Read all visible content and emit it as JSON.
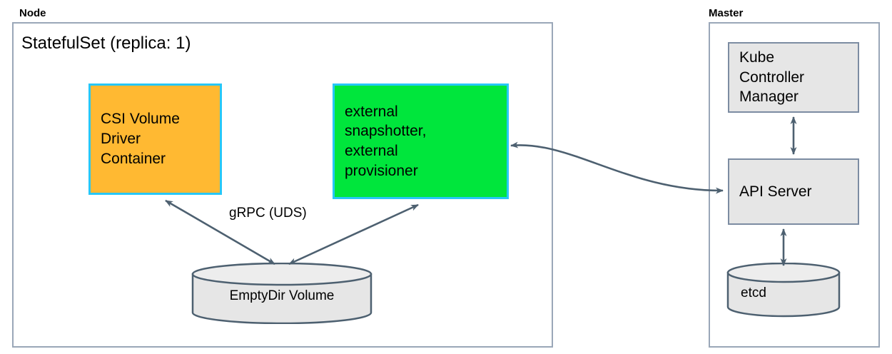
{
  "diagram": {
    "title_node": "Node",
    "title_master": "Master",
    "stateful_set_title": "StatefulSet (replica: 1)",
    "colors": {
      "orange_fill": "#FFB932",
      "green_fill": "#00E63C",
      "cyan_border": "#27C7F7",
      "gray_fill": "#E6E6E6",
      "gray_border": "#7C8CA2",
      "container_border": "#9AA7B8",
      "arrow": "#4D6070"
    },
    "node": {
      "csi_driver": "CSI Volume\nDriver\nContainer",
      "sidecars": "external\nsnapshotter,\nexternal\nprovisioner",
      "emptydir_volume": "EmptyDir Volume",
      "grpc_label": "gRPC (UDS)"
    },
    "master": {
      "kube_controller_manager": "Kube\nController\nManager",
      "api_server": "API Server",
      "etcd": "etcd"
    },
    "edges": [
      {
        "name": "emptydir-to-csi-driver",
        "from": "EmptyDir Volume",
        "to": "CSI Volume Driver Container",
        "label": "gRPC (UDS)",
        "direction": "both"
      },
      {
        "name": "emptydir-to-sidecars",
        "from": "EmptyDir Volume",
        "to": "external snapshotter, external provisioner",
        "label": "gRPC (UDS)",
        "direction": "both"
      },
      {
        "name": "sidecars-to-api-server",
        "from": "external snapshotter, external provisioner",
        "to": "API Server",
        "label": "",
        "direction": "both"
      },
      {
        "name": "kcm-to-api-server",
        "from": "Kube Controller Manager",
        "to": "API Server",
        "label": "",
        "direction": "both"
      },
      {
        "name": "api-server-to-etcd",
        "from": "API Server",
        "to": "etcd",
        "label": "",
        "direction": "both"
      }
    ]
  }
}
